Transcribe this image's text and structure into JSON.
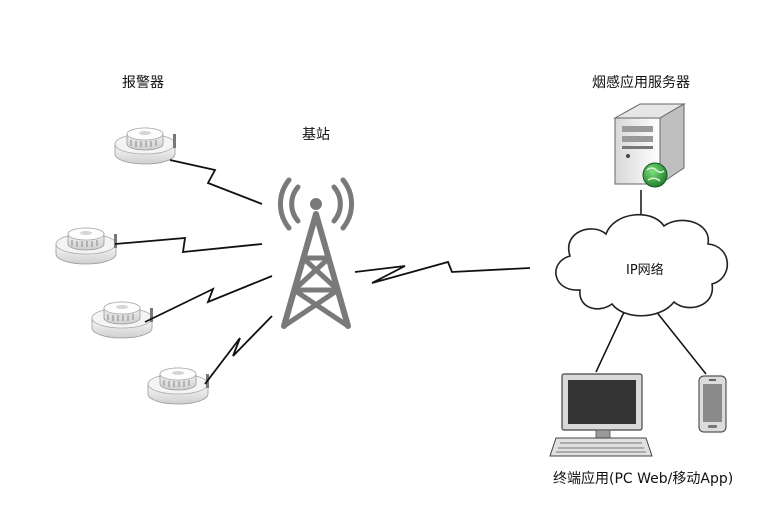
{
  "labels": {
    "alarm": "报警器",
    "base_station": "基站",
    "server": "烟感应用服务器",
    "ip_network": "IP网络",
    "terminal": "终端应用(PC Web/移动App)"
  },
  "icons": {
    "detector": "smoke-detector-icon",
    "tower": "cell-tower-icon",
    "server": "server-icon",
    "cloud": "cloud-icon",
    "pc": "desktop-computer-icon",
    "phone": "mobile-phone-icon",
    "globe": "globe-icon"
  },
  "colors": {
    "tower": "#7a7a7a",
    "globe": "#2f9c3a",
    "line": "#111111"
  }
}
